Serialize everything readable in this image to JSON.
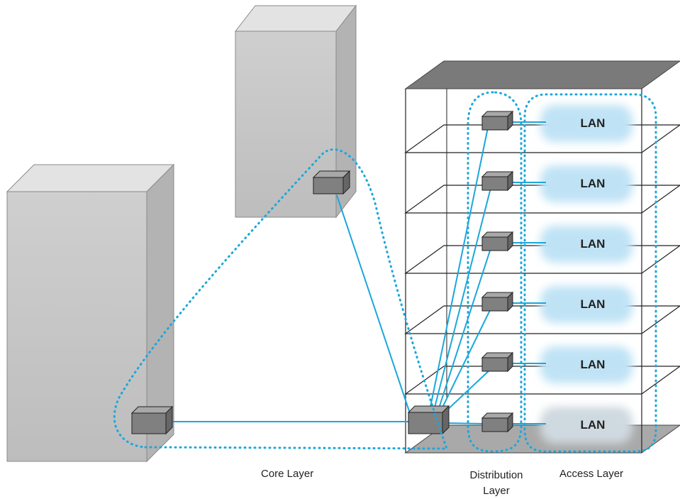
{
  "labels": {
    "core_layer": "Core Layer",
    "distribution_layer_line1": "Distribution",
    "distribution_layer_line2": "Layer",
    "access_layer": "Access Layer"
  },
  "lan_labels": [
    "LAN",
    "LAN",
    "LAN",
    "LAN",
    "LAN",
    "LAN"
  ],
  "colors": {
    "link": "#1aa7dc",
    "dotted_outline": "#1aa7dc",
    "building_face": "#c9c9c9",
    "building_side": "#adadad",
    "building_top": "#e2e2e2",
    "roof": "#7a7a7a",
    "switch": "#7f7f7f",
    "lan_cloud": "#bfe3f5"
  },
  "icons": [
    "building-icon",
    "switch-icon",
    "lan-cloud-icon"
  ]
}
